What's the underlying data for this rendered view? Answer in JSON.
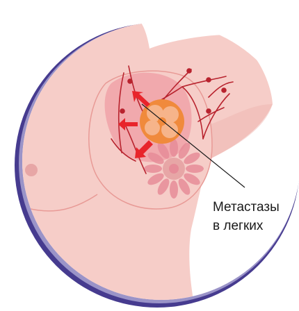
{
  "callout": {
    "line1": "Метастазы",
    "line2": "в легких"
  },
  "colors": {
    "background": "#ffffff",
    "skin": "#f6cdc8",
    "skin_shadow": "#eeb3ae",
    "breast_outline": "#e89a96",
    "shadow_ring_dark": "#463b8f",
    "shadow_ring_light": "#9a93c8",
    "tumor_zone": "#f0a2a8",
    "tumor_outer": "#f08a3c",
    "tumor_inner": "#f6b48a",
    "blood_vessel": "#b8232e",
    "spread_arrow": "#e8242b",
    "gland": "#e68c98",
    "nipple": "#e7a6a6",
    "leader_line": "#1a1a1a"
  },
  "icons": {
    "illustration": "breast-cancer-metastasis-illustration"
  }
}
